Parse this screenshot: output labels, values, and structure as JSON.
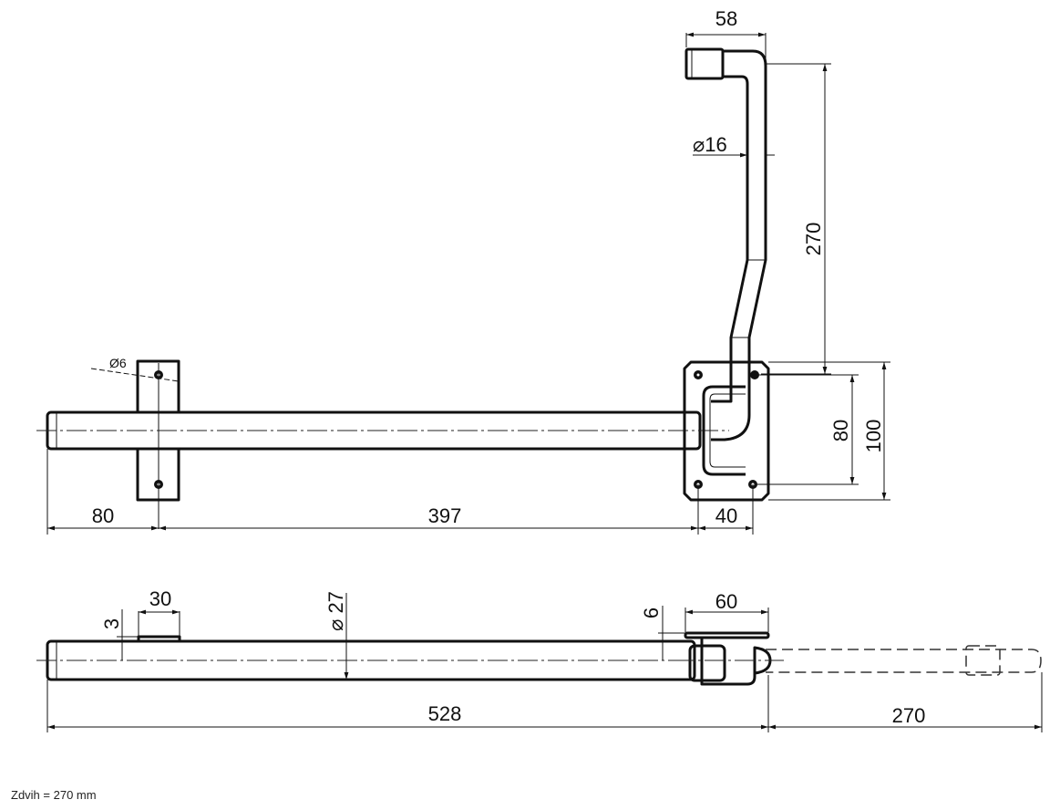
{
  "top_view": {
    "dims": {
      "handle_width": "58",
      "handle_dia": "⌀16",
      "lift": "270",
      "hole_spacing_v": "80",
      "plate_height": "100",
      "left_offset": "80",
      "hole_distance": "397",
      "hole_spacing_h": "40",
      "mount_hole_dia": "Ø6"
    }
  },
  "side_view": {
    "dims": {
      "mount_width": "30",
      "mount_thickness": "3",
      "tube_dia": "⌀ 27",
      "plate_thickness": "6",
      "plate_width": "60",
      "total_length": "528",
      "extension": "270"
    }
  },
  "footer": {
    "note": "Zdvih = 270 mm"
  }
}
